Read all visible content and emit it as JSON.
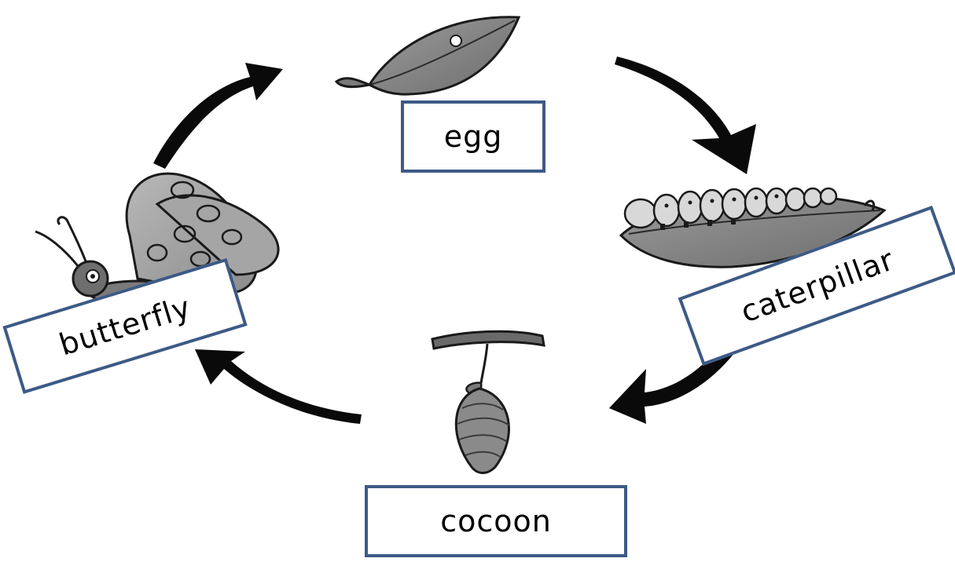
{
  "stages": {
    "egg": "egg",
    "caterpillar": "caterpillar",
    "cocoon": "cocoon",
    "butterfly": "butterfly"
  },
  "colors": {
    "box_border": "#3d5a86",
    "arrow": "#0a0a0a",
    "illustration_fill": "#8a8a8a",
    "illustration_stroke": "#1a1a1a"
  },
  "icons": [
    "leaf-with-egg-icon",
    "caterpillar-on-leaf-icon",
    "cocoon-icon",
    "butterfly-icon",
    "cycle-arrow-icon"
  ]
}
